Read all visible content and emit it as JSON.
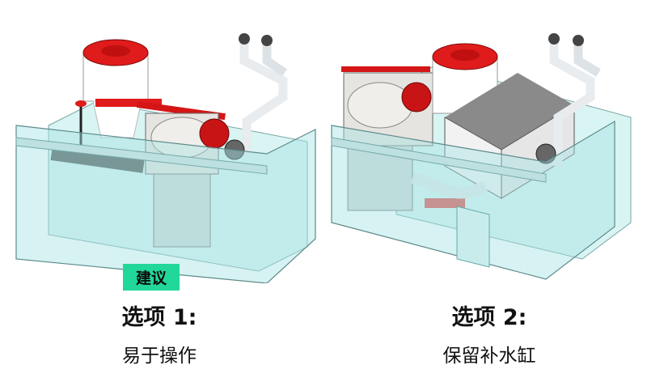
{
  "options": [
    {
      "title": "选项 1:",
      "subtitle": "易于操作",
      "badge": "建议",
      "illustration": "sump-with-skimmer-and-roller-filter"
    },
    {
      "title": "选项 2:",
      "subtitle": "保留补水缸",
      "illustration": "sump-with-ato-reservoir-and-roller-filter"
    }
  ],
  "colors": {
    "badge": "#22d79a",
    "accent_red": "#e01b1b",
    "glass": "#bfeceb"
  }
}
